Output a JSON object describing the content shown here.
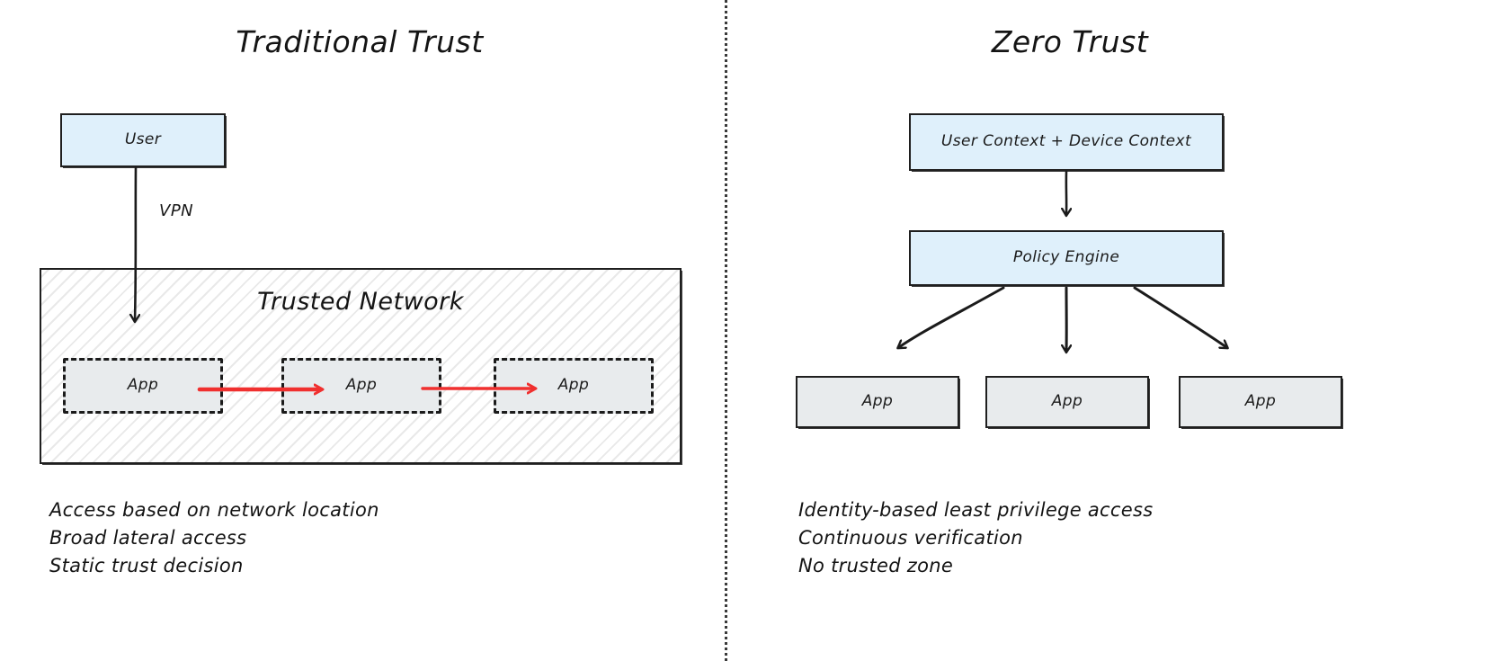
{
  "diagram": {
    "title_left": "Traditional Trust",
    "title_right": "Zero Trust",
    "divider": "dotted-vertical-divider",
    "colors": {
      "blue_fill": "#dff0fb",
      "grey_fill": "#e8ebed",
      "stroke": "#1f1f1f",
      "lateral_arrow": "#f0302f",
      "background": "#ffffff"
    }
  },
  "left_panel": {
    "user_node": "User",
    "vpn_label": "VPN",
    "zone_label": "Trusted Network",
    "apps": [
      "App",
      "App",
      "App"
    ],
    "bullets": [
      "Access based on network location",
      "Broad lateral access",
      "Static trust decision"
    ]
  },
  "right_panel": {
    "context_node": "User Context + Device Context",
    "policy_node": "Policy Engine",
    "apps": [
      "App",
      "App",
      "App"
    ],
    "bullets": [
      "Identity-based least privilege access",
      "Continuous verification",
      "No trusted zone"
    ]
  }
}
